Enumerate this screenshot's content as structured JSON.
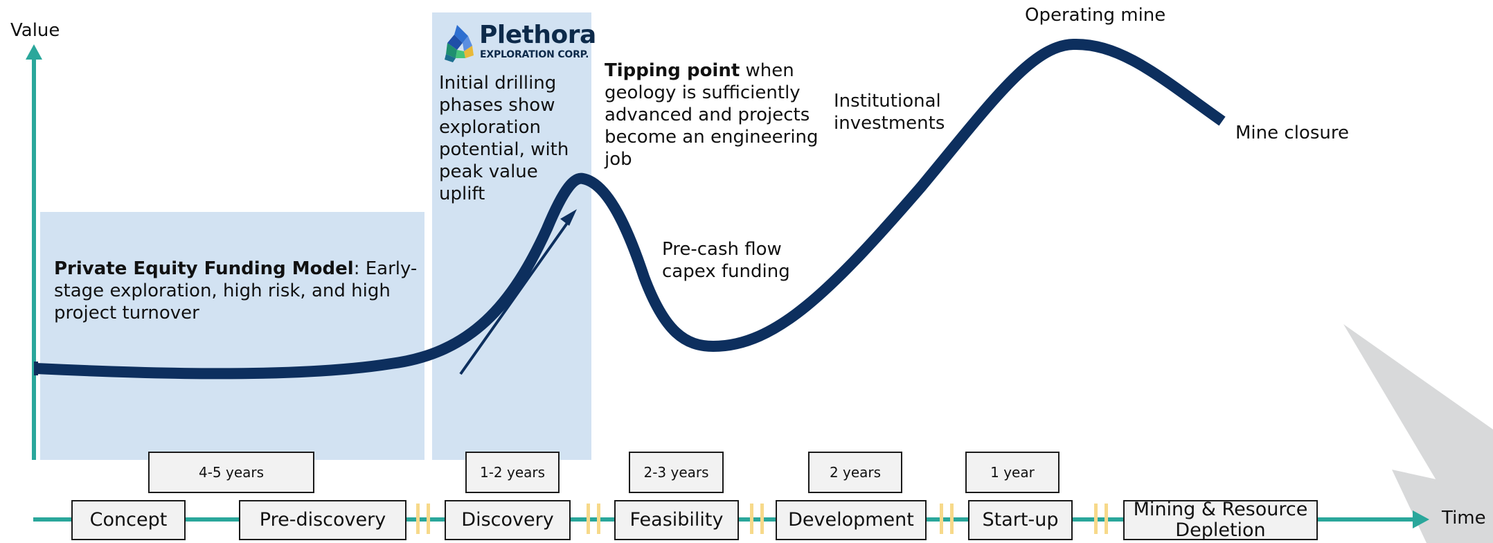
{
  "axes": {
    "y_label": "Value",
    "x_label": "Time"
  },
  "logo": {
    "name": "Plethora",
    "sub": "EXPLORATION CORP."
  },
  "annotations": {
    "pe_bold": "Private Equity Funding Model",
    "pe_rest1": ": Early-",
    "pe_line2": "stage exploration, high risk, and high",
    "pe_line3": "project turnover",
    "drill_line1": "Initial drilling",
    "drill_line2": "phases show",
    "drill_line3": "exploration",
    "drill_line4": "potential, with",
    "drill_line5": "peak value",
    "drill_line6": "uplift",
    "tip_bold": "Tipping point",
    "tip_rest1": " when",
    "tip_line2": "geology is sufficiently",
    "tip_line3": "advanced and projects",
    "tip_line4": "become an engineering",
    "tip_line5": "job",
    "capex_line1": "Pre-cash flow",
    "capex_line2": "capex funding",
    "inst_line1": "Institutional",
    "inst_line2": "investments",
    "operating": "Operating mine",
    "closure": "Mine closure"
  },
  "stages": [
    {
      "label": "Concept"
    },
    {
      "label": "Pre-discovery"
    },
    {
      "label": "Discovery"
    },
    {
      "label": "Feasibility"
    },
    {
      "label": "Development"
    },
    {
      "label": "Start-up"
    },
    {
      "label": "Mining & Resource\nDepletion"
    }
  ],
  "durations": [
    {
      "label": "4-5 years"
    },
    {
      "label": "1-2 years"
    },
    {
      "label": "2-3 years"
    },
    {
      "label": "2 years"
    },
    {
      "label": "1 year"
    }
  ],
  "colors": {
    "curve": "#0d2f5e",
    "axis": "#2aa79b",
    "panel": "#d2e2f2",
    "break_marks": "#f7d98a",
    "decor": "#d8d9da"
  }
}
